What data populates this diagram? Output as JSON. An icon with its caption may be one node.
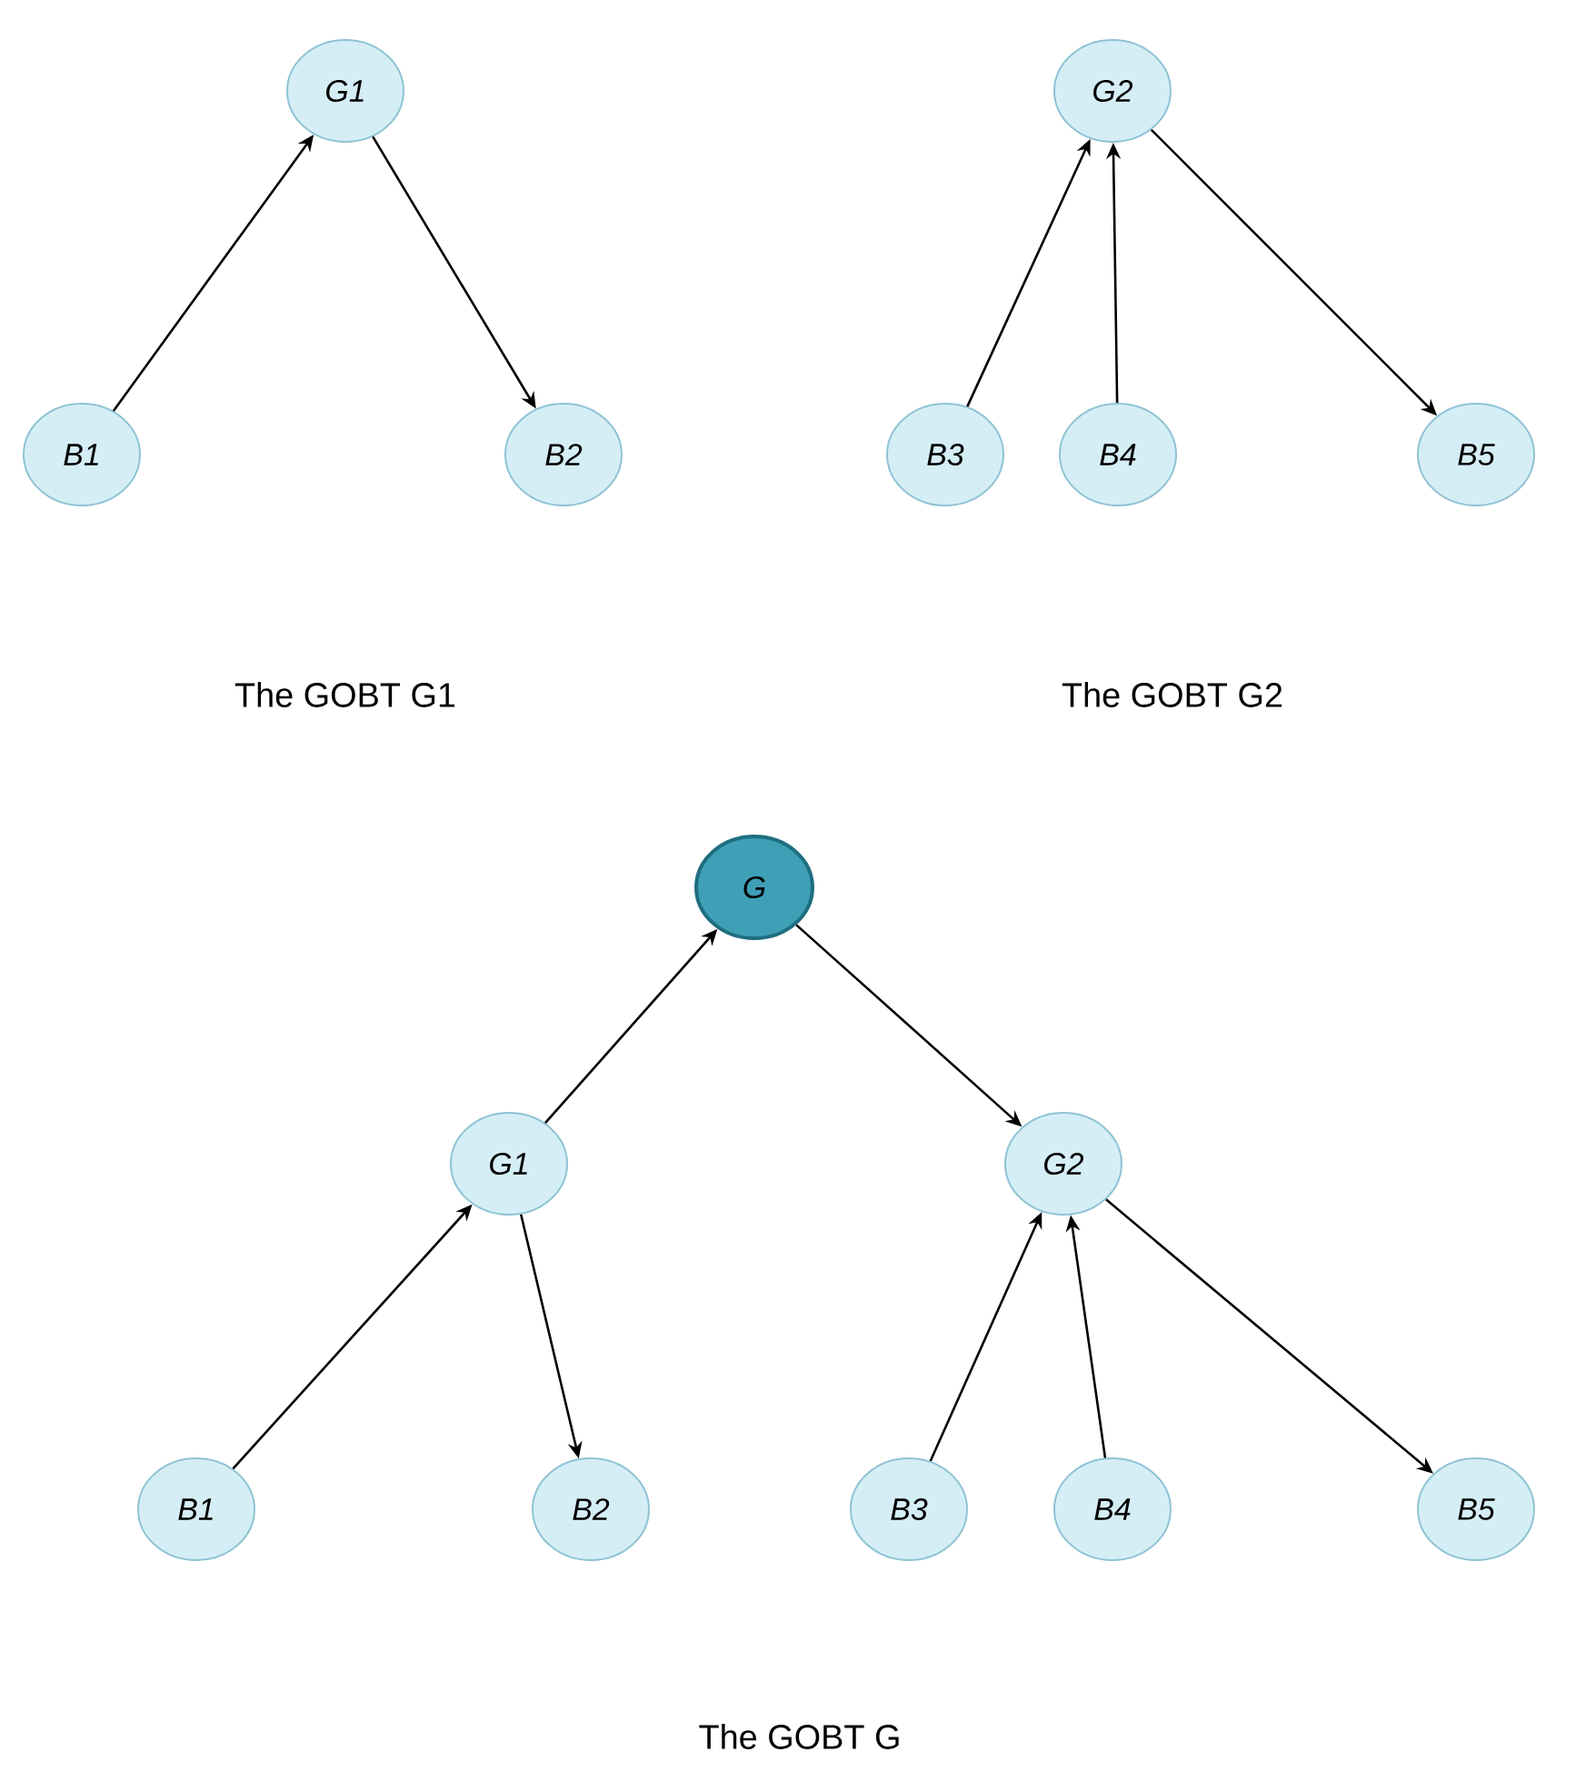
{
  "diagram": {
    "nodes": [
      {
        "text": [
          "G1"
        ]
      },
      {
        "text": [
          "B1"
        ]
      },
      {
        "text": [
          "B2"
        ]
      },
      {
        "text": [
          "G2"
        ]
      },
      {
        "text": [
          "B3"
        ]
      },
      {
        "text": [
          "B4"
        ]
      },
      {
        "text": [
          "B5"
        ]
      },
      {
        "text": [
          "G"
        ]
      },
      {
        "text": [
          "G1"
        ]
      },
      {
        "text": [
          "G2"
        ]
      },
      {
        "text": [
          "B1"
        ]
      },
      {
        "text": [
          "B2"
        ]
      },
      {
        "text": [
          "B3"
        ]
      },
      {
        "text": [
          "B4"
        ]
      },
      {
        "text": [
          "B5"
        ]
      }
    ],
    "edges": [
      {
        "from": 1,
        "to": 0,
        "arrow": "to"
      },
      {
        "from": 0,
        "to": 2,
        "arrow": "to"
      },
      {
        "from": 4,
        "to": 3,
        "arrow": "to"
      },
      {
        "from": 5,
        "to": 3,
        "arrow": "to"
      },
      {
        "from": 3,
        "to": 6,
        "arrow": "to"
      },
      {
        "from": 8,
        "to": 7,
        "arrow": "to"
      },
      {
        "from": 7,
        "to": 9,
        "arrow": "to"
      },
      {
        "from": 10,
        "to": 8,
        "arrow": "to"
      },
      {
        "from": 8,
        "to": 11,
        "arrow": "to"
      },
      {
        "from": 12,
        "to": 9,
        "arrow": "to"
      },
      {
        "from": 13,
        "to": 9,
        "arrow": "to"
      },
      {
        "from": 9,
        "to": 14,
        "arrow": "to"
      }
    ],
    "labels": [
      "The GOBT G1",
      "The GOBT G2",
      "The GOBT G"
    ]
  }
}
